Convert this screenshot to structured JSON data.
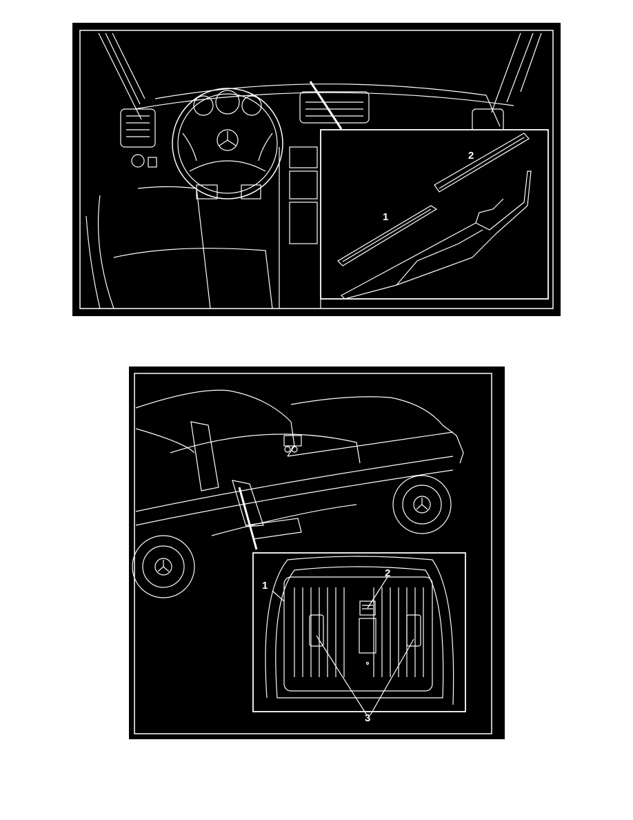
{
  "page": {
    "background": "#ffffff",
    "figures": [
      {
        "id": "fig1",
        "subject": "dashboard-with-inset-wiper-blade",
        "callouts": [
          {
            "label": "1",
            "target": "wiper-blade-rubber-strip-1"
          },
          {
            "label": "2",
            "target": "wiper-blade-rubber-strip-2"
          }
        ]
      },
      {
        "id": "fig2",
        "subject": "car-side-view-with-inset-seat-cushion",
        "callouts": [
          {
            "label": "1",
            "target": "seat-cushion-cover"
          },
          {
            "label": "2",
            "target": "seat-center-element"
          },
          {
            "label": "3",
            "target": "seat-heating-pads"
          }
        ]
      }
    ],
    "colors": {
      "figure_bg": "#000000",
      "line": "#ffffff"
    }
  }
}
